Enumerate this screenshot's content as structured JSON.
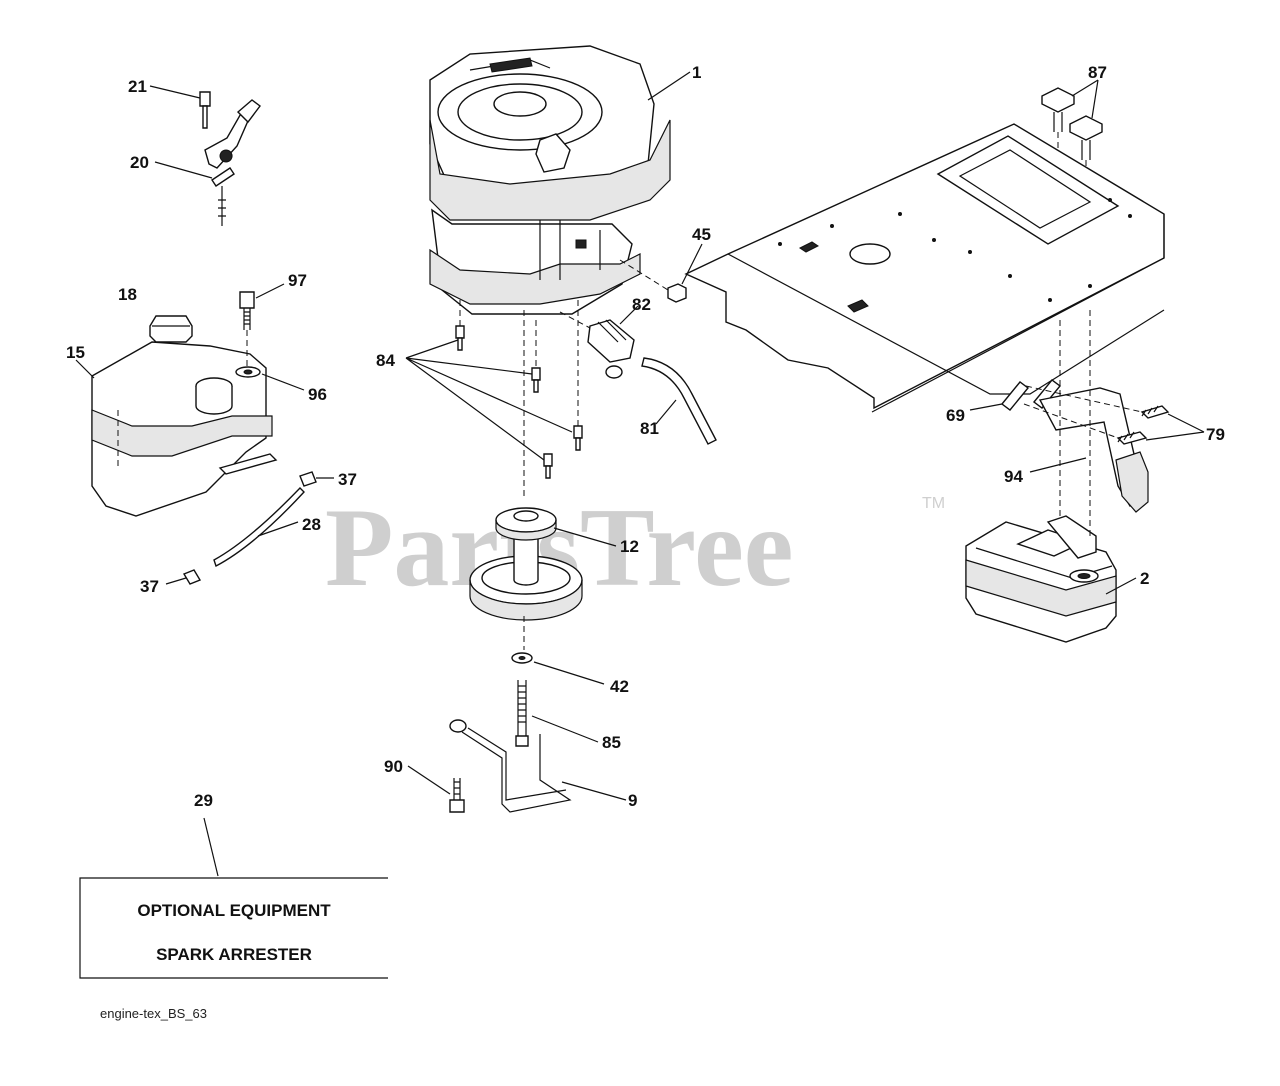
{
  "watermark": {
    "text": "PartsTree",
    "trademark": "TM"
  },
  "callouts": [
    {
      "id": "c1",
      "text": "1"
    },
    {
      "id": "c2",
      "text": "2"
    },
    {
      "id": "c9",
      "text": "9"
    },
    {
      "id": "c12",
      "text": "12"
    },
    {
      "id": "c15",
      "text": "15"
    },
    {
      "id": "c18",
      "text": "18"
    },
    {
      "id": "c20",
      "text": "20"
    },
    {
      "id": "c21",
      "text": "21"
    },
    {
      "id": "c28",
      "text": "28"
    },
    {
      "id": "c29",
      "text": "29"
    },
    {
      "id": "c37a",
      "text": "37"
    },
    {
      "id": "c37b",
      "text": "37"
    },
    {
      "id": "c42",
      "text": "42"
    },
    {
      "id": "c45",
      "text": "45"
    },
    {
      "id": "c69",
      "text": "69"
    },
    {
      "id": "c79",
      "text": "79"
    },
    {
      "id": "c81",
      "text": "81"
    },
    {
      "id": "c82",
      "text": "82"
    },
    {
      "id": "c84",
      "text": "84"
    },
    {
      "id": "c85",
      "text": "85"
    },
    {
      "id": "c87",
      "text": "87"
    },
    {
      "id": "c90",
      "text": "90"
    },
    {
      "id": "c94",
      "text": "94"
    },
    {
      "id": "c96",
      "text": "96"
    },
    {
      "id": "c97",
      "text": "97"
    }
  ],
  "optional_box": {
    "line1": "OPTIONAL EQUIPMENT",
    "line2": "SPARK ARRESTER"
  },
  "caption": "engine-tex_BS_63"
}
